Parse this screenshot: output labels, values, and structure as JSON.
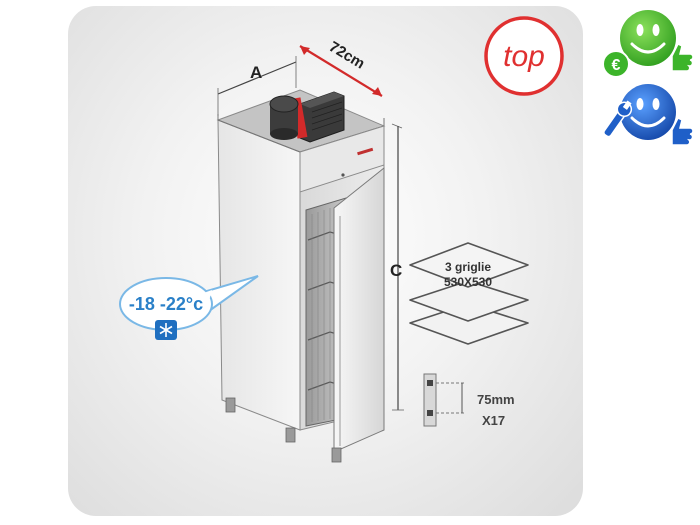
{
  "dimensions": {
    "a": "A",
    "width": "72cm",
    "c": "C"
  },
  "badge": {
    "text": "top",
    "color": "#e03030"
  },
  "temperature": {
    "text": "-18 -22°c",
    "icon": "snowflake-icon"
  },
  "shelves": {
    "line1": "3 griglie",
    "line2": "530X530"
  },
  "rails": {
    "spacing": "75mm",
    "count": "X17"
  },
  "icons": {
    "top": "smiley-euro-thumbs-up-icon",
    "bottom": "smiley-wrench-thumbs-up-icon"
  },
  "colors": {
    "accent_red": "#e03030",
    "green": "#3cb42a",
    "blue": "#1f5fc8",
    "frost_blue": "#2a80c8"
  }
}
